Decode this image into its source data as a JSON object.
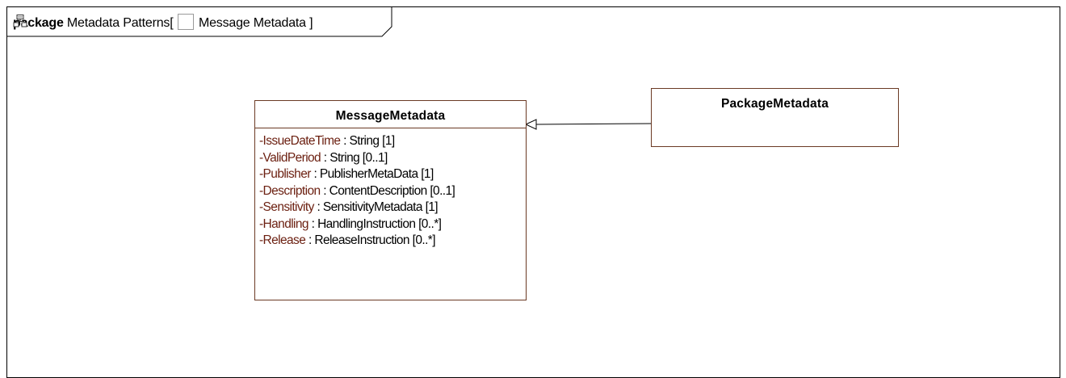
{
  "frame": {
    "keyword": "package",
    "name": "Metadata Patterns[",
    "diagram_name": "Message Metadata",
    "closing": "]",
    "diagram_icon": "class-diagram-icon"
  },
  "classes": {
    "message_metadata": {
      "name": "MessageMetadata",
      "attributes": [
        {
          "name": "-IssueDateTime",
          "type": " : String [1]"
        },
        {
          "name": "-ValidPeriod",
          "type": " : String [0..1]"
        },
        {
          "name": "-Publisher",
          "type": " : PublisherMetaData [1]"
        },
        {
          "name": "-Description",
          "type": " : ContentDescription [0..1]"
        },
        {
          "name": "-Sensitivity",
          "type": " : SensitivityMetadata [1]"
        },
        {
          "name": "-Handling",
          "type": " : HandlingInstruction [0..*]"
        },
        {
          "name": "-Release",
          "type": " : ReleaseInstruction [0..*]"
        }
      ]
    },
    "package_metadata": {
      "name": "PackageMetadata"
    }
  },
  "relationships": [
    {
      "type": "generalization",
      "from": "PackageMetadata",
      "to": "MessageMetadata"
    }
  ],
  "colors": {
    "class_border": "#6b3a24",
    "attribute_name": "#6b1f10",
    "frame_border": "#000000"
  }
}
